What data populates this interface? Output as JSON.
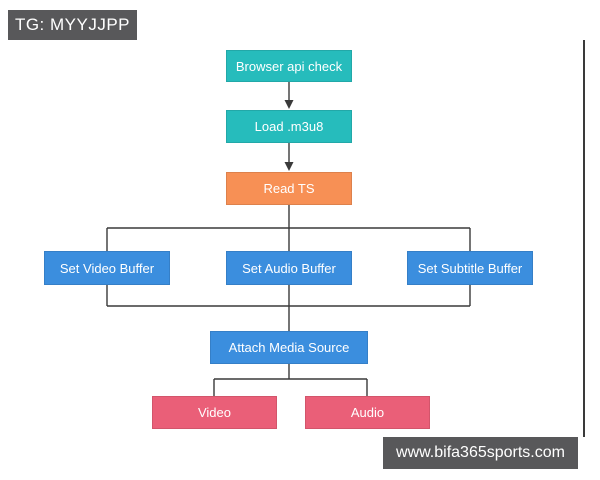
{
  "tag_label": {
    "text": "TG: MYYJJPP"
  },
  "watermark": {
    "text": "www.bifa365sports.com"
  },
  "colors": {
    "teal": "#26bcbc",
    "orange": "#f79055",
    "blue": "#3b8ede",
    "pink": "#ea5f78",
    "label_bg": "#58585a",
    "connector": "#3a3a3a"
  },
  "flowchart": {
    "nodes": [
      {
        "id": "browser-api-check",
        "label": "Browser api check",
        "color": "teal"
      },
      {
        "id": "load-m3u8",
        "label": "Load .m3u8",
        "color": "teal"
      },
      {
        "id": "read-ts",
        "label": "Read TS",
        "color": "orange"
      },
      {
        "id": "set-video-buffer",
        "label": "Set Video Buffer",
        "color": "blue"
      },
      {
        "id": "set-audio-buffer",
        "label": "Set Audio Buffer",
        "color": "blue"
      },
      {
        "id": "set-subtitle-buffer",
        "label": "Set Subtitle Buffer",
        "color": "blue"
      },
      {
        "id": "attach-media-source",
        "label": "Attach Media Source",
        "color": "blue"
      },
      {
        "id": "video",
        "label": "Video",
        "color": "pink"
      },
      {
        "id": "audio",
        "label": "Audio",
        "color": "pink"
      }
    ],
    "edges": [
      {
        "from": "browser-api-check",
        "to": "load-m3u8",
        "arrow": true
      },
      {
        "from": "load-m3u8",
        "to": "read-ts",
        "arrow": true
      },
      {
        "from": "read-ts",
        "to": "set-video-buffer",
        "arrow": false
      },
      {
        "from": "read-ts",
        "to": "set-audio-buffer",
        "arrow": false
      },
      {
        "from": "read-ts",
        "to": "set-subtitle-buffer",
        "arrow": false
      },
      {
        "from": "set-video-buffer",
        "to": "attach-media-source",
        "arrow": false
      },
      {
        "from": "set-audio-buffer",
        "to": "attach-media-source",
        "arrow": false
      },
      {
        "from": "set-subtitle-buffer",
        "to": "attach-media-source",
        "arrow": false
      },
      {
        "from": "attach-media-source",
        "to": "video",
        "arrow": false
      },
      {
        "from": "attach-media-source",
        "to": "audio",
        "arrow": false
      }
    ]
  }
}
